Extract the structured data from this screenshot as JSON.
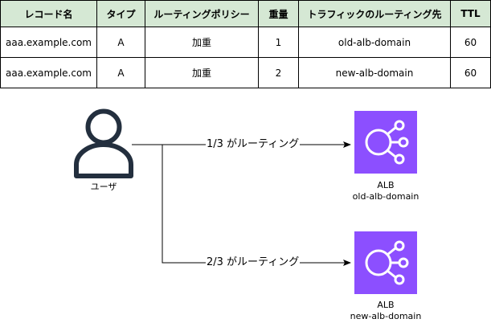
{
  "table": {
    "headers": [
      "レコード名",
      "タイプ",
      "ルーティングポリシー",
      "重量",
      "トラフィックのルーティング先",
      "TTL"
    ],
    "rows": [
      [
        "aaa.example.com",
        "A",
        "加重",
        "1",
        "old-alb-domain",
        "60"
      ],
      [
        "aaa.example.com",
        "A",
        "加重",
        "2",
        "new-alb-domain",
        "60"
      ]
    ]
  },
  "diagram": {
    "user_label": "ユーザ",
    "edges": [
      {
        "label": "1/3 がルーティング"
      },
      {
        "label": "2/3 がルーティング"
      }
    ],
    "albs": [
      {
        "name": "ALB",
        "domain": "old-alb-domain"
      },
      {
        "name": "ALB",
        "domain": "new-alb-domain"
      }
    ],
    "colors": {
      "header_bg": "#d5e8d4",
      "alb_bg": "#8c4fff",
      "alb_icon": "#ffffff",
      "user_icon": "#232f3e"
    },
    "icons": [
      "user-icon",
      "alb-icon"
    ]
  }
}
